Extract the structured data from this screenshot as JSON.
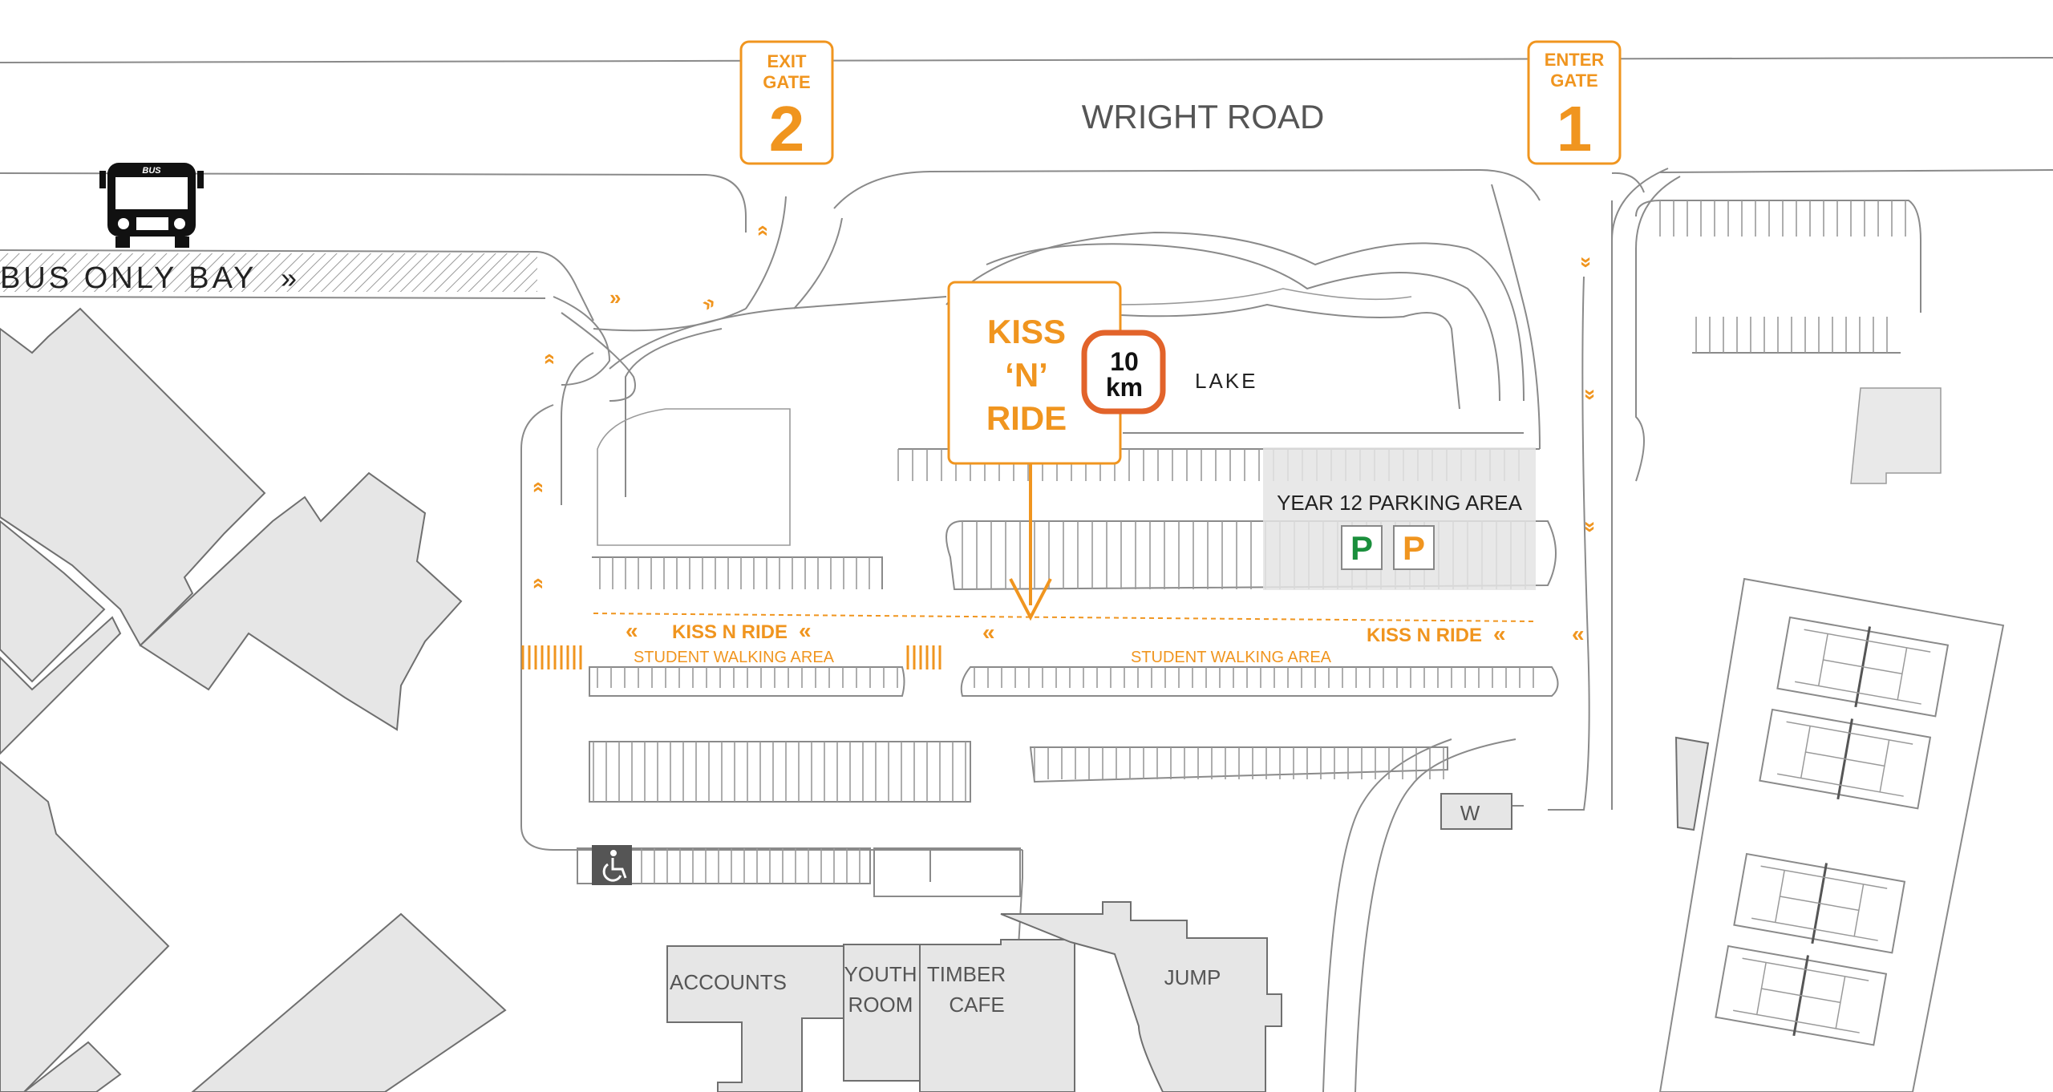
{
  "road": {
    "name": "WRIGHT ROAD"
  },
  "gates": [
    {
      "top": "EXIT",
      "bottom": "GATE",
      "number": "2"
    },
    {
      "top": "ENTER",
      "bottom": "GATE",
      "number": "1"
    }
  ],
  "bus": {
    "badge": "BUS",
    "bay_label": "BUS ONLY BAY",
    "bay_arrow": "»"
  },
  "kiss_n_ride_sign": {
    "line1": "KISS",
    "line2": "‘N’",
    "line3": "RIDE"
  },
  "speed_limit": {
    "value": "10",
    "unit": "km"
  },
  "lake_label": "LAKE",
  "year12": {
    "label": "YEAR 12 PARKING AREA",
    "p_green": "P",
    "p_orange": "P"
  },
  "lanes": {
    "kiss_left": "KISS N RIDE",
    "kiss_right": "KISS N RIDE",
    "walk_left": "STUDENT WALKING AREA",
    "walk_right": "STUDENT WALKING AREA"
  },
  "toilet_label": "W",
  "buildings": {
    "accounts": "ACCOUNTS",
    "youth_line1": "YOUTH",
    "youth_line2": "ROOM",
    "timber_line1": "TIMBER",
    "timber_line2": "CAFE",
    "jump": "JUMP"
  },
  "icons": [
    "bus-icon",
    "wheelchair-icon"
  ],
  "colors": {
    "accent": "#f0951f",
    "green_p": "#1a8f3c",
    "speed_ring": "#e2632a"
  }
}
